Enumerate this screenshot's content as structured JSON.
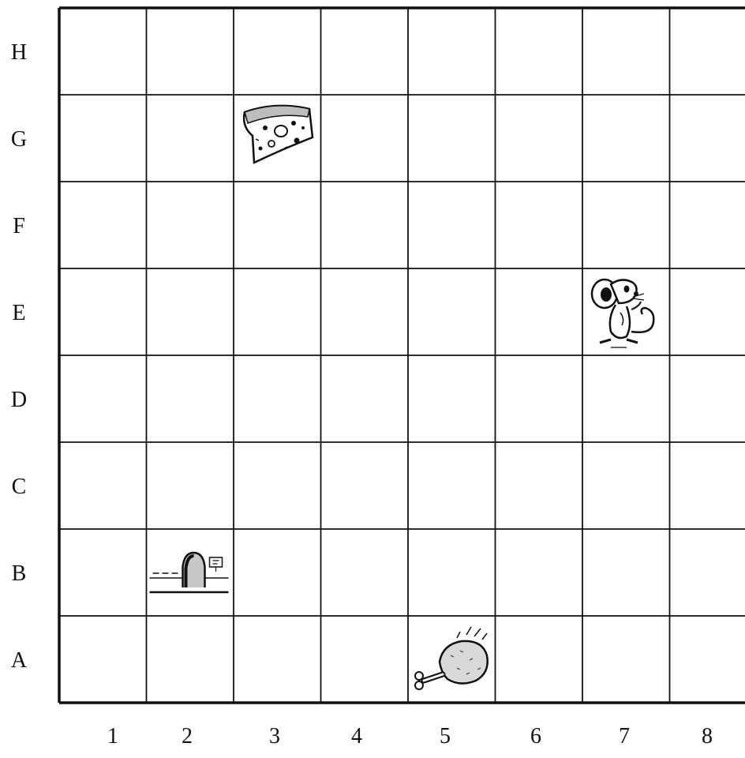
{
  "board": {
    "row_labels": [
      "H",
      "G",
      "F",
      "E",
      "D",
      "C",
      "B",
      "A"
    ],
    "col_labels": [
      "1",
      "2",
      "3",
      "4",
      "5",
      "6",
      "7",
      "8"
    ],
    "colors": {
      "line": "#111111",
      "background": "#ffffff"
    }
  },
  "pieces": [
    {
      "name": "cheese-icon",
      "row": "G",
      "col": "3"
    },
    {
      "name": "mouse-icon",
      "row": "E",
      "col": "7"
    },
    {
      "name": "mouse-hole-icon",
      "row": "B",
      "col": "2"
    },
    {
      "name": "chicken-leg-icon",
      "row": "A",
      "col": "5"
    }
  ]
}
